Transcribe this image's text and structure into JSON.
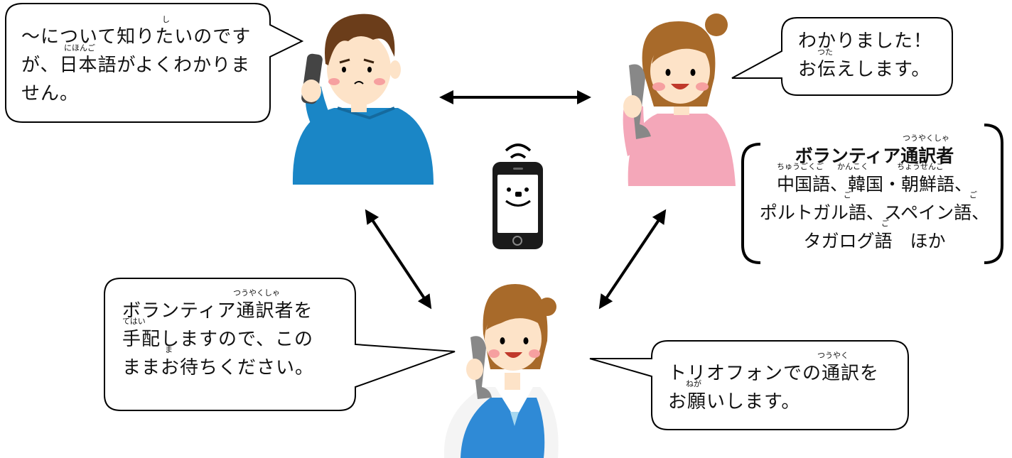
{
  "bubbles": {
    "man": {
      "lines": [
        "〜について知りたいのです",
        "が、日本語がよくわかりま",
        "せん。"
      ],
      "ruby": [
        "し",
        "にほんご"
      ]
    },
    "interpreter": {
      "lines": [
        "わかりました！",
        "お伝えします。"
      ],
      "ruby": [
        "つた"
      ]
    },
    "operator": {
      "lines": [
        "ボランティア通訳者を",
        "手配しますので、この",
        "ままお待ちください。"
      ],
      "ruby": [
        "つうやくしゃ",
        "てはい",
        "ま"
      ]
    },
    "caller": {
      "lines": [
        "トリオフォンでの通訳を",
        "お願いします。"
      ],
      "ruby": [
        "つうやく",
        "ねが"
      ]
    }
  },
  "volunteer_box": {
    "title": "ボランティア通訳者",
    "title_ruby": "つうやくしゃ",
    "lines": [
      "中国語、韓国・朝鮮語、",
      "ポルトガル語、スペイン語、",
      "タガログ語　ほか"
    ],
    "ruby": [
      "ちゅうごくご",
      "かんこく",
      "ちょうせんご",
      "ご",
      "ご",
      "ご"
    ]
  },
  "icons": [
    "man-on-phone",
    "interpreter-woman",
    "operator-woman",
    "smartphone-icon"
  ],
  "colors": {
    "man_shirt": "#1a86c6",
    "interpreter_shirt": "#f4a7b9",
    "operator_vest": "#2f8ad6",
    "hair_brown": "#a86a2a",
    "man_hair": "#6b3d1a",
    "skin": "#fde3c8",
    "cheek": "#f6a0a0"
  }
}
